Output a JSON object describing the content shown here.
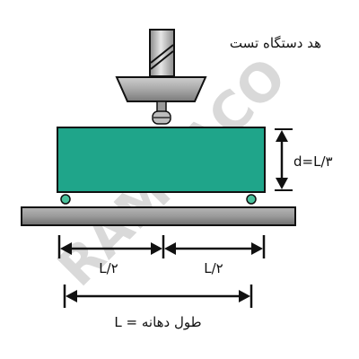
{
  "labels": {
    "machine_head": "هد دستگاه تست",
    "depth": "d=L/۳",
    "half_span_left": "L/۲",
    "half_span_right": "L/۲",
    "span": "L = طول دهانه"
  },
  "watermark": "RAMKACO",
  "colors": {
    "specimen_fill": "#1fa58a",
    "support_fill": "#49c19c",
    "steel_light": "#d8d8d8",
    "steel_mid": "#a9a9a9",
    "steel_dark": "#6f6f6f",
    "outline": "#111111"
  }
}
